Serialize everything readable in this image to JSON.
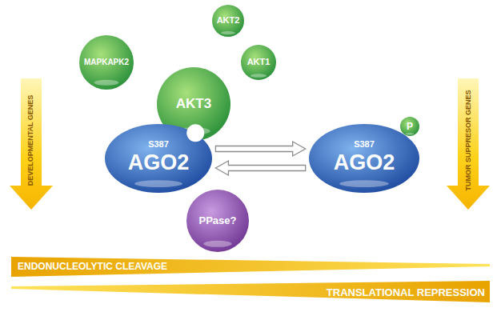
{
  "diagram": {
    "nodes": [
      {
        "text": [
          "AKT2"
        ]
      },
      {
        "text": [
          "MAPKAPK2"
        ]
      },
      {
        "text": [
          "AKT1"
        ]
      },
      {
        "text": [
          "AKT3"
        ]
      },
      {
        "text": [
          "S387",
          "AGO2"
        ]
      },
      {
        "text": [
          "S387",
          "AGO2"
        ]
      },
      {
        "text": [
          "P"
        ]
      },
      {
        "text": [
          "PPase?"
        ]
      }
    ],
    "edges": [
      {
        "from": 4,
        "to": 5,
        "arrow": "to"
      },
      {
        "from": 5,
        "to": 4,
        "arrow": "to"
      }
    ],
    "labels": [
      "DEVELOPMENTAL GENES",
      "TUMOR SUPPRESOR GENES",
      "ENDONUCLEOLYTIC CLEAVAGE",
      "TRANSLATIONAL REPRESSION"
    ]
  }
}
